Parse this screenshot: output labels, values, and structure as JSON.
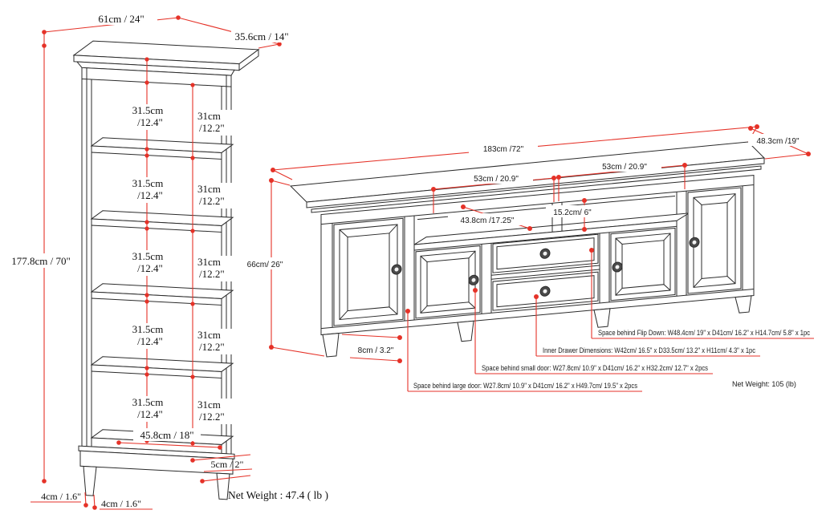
{
  "bookcase": {
    "width": "61cm / 24\"",
    "depth": "35.6cm / 14\"",
    "height": "177.8cm / 70\"",
    "sections": [
      {
        "inner1": "31.5cm",
        "inner2": "/12.4\"",
        "gap1": "31cm",
        "gap2": "/12.2\""
      },
      {
        "inner1": "31.5cm",
        "inner2": "/12.4\"",
        "gap1": "31cm",
        "gap2": "/12.2\""
      },
      {
        "inner1": "31.5cm",
        "inner2": "/12.4\"",
        "gap1": "31cm",
        "gap2": "/12.2\""
      },
      {
        "inner1": "31.5cm",
        "inner2": "/12.4\"",
        "gap1": "31cm",
        "gap2": "/12.2\""
      },
      {
        "inner1": "31.5cm",
        "inner2": "/12.4\"",
        "gap1": "31cm",
        "gap2": "/12.2\""
      }
    ],
    "inner_width": "45.8cm / 18\"",
    "base_height": "5cm / 2\"",
    "leg_width": "4cm / 1.6\"",
    "leg_depth": "4cm / 1.6\"",
    "net_weight": "Net Weight : 47.4 ( lb )"
  },
  "tvstand": {
    "width": "183cm /72\"",
    "depth": "48.3cm /19\"",
    "shelf_left_width": "53cm / 20.9\"",
    "shelf_right_width": "53cm / 20.9\"",
    "shelf_depth": "43.8cm /17.25\"",
    "shelf_height": "15.2cm/ 6\"",
    "height": "66cm/ 26\"",
    "leg_height": "8cm / 3.2\"",
    "flip_down": "Space behind Flip Down: W48.4cm/ 19\" x D41cm/ 16.2\" x H14.7cm/ 5.8\" x 1pc",
    "inner_drawer": "Inner Drawer Dimensions: W42cm/ 16.5\" x D33.5cm/ 13.2\" x H11cm/ 4.3\" x 1pc",
    "small_door": "Space behind small door: W27.8cm/ 10.9\" x D41cm/ 16.2\" x H32.2cm/ 12.7\" x 2pcs",
    "large_door": "Space behind large door: W27.8cm/ 10.9\" x D41cm/ 16.2\" x H49.7cm/ 19.5\" x 2pcs",
    "net_weight": "Net Weight: 105 (lb)"
  },
  "colors": {
    "dimension_red": "#e53228",
    "line_black": "#2b2b2b"
  }
}
